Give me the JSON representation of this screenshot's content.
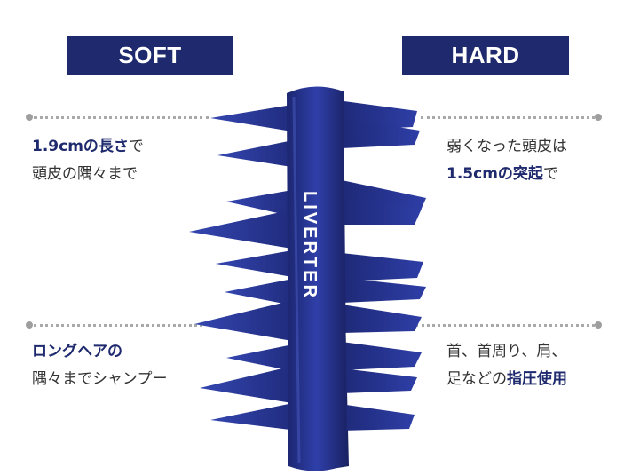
{
  "labels": {
    "soft": "SOFT",
    "hard": "HARD"
  },
  "left_top": {
    "line1_accent": "1.9cmの長さ",
    "line1_rest": "で",
    "line2": "頭皮の隅々まで"
  },
  "right_top": {
    "line1": "弱くなった頭皮は",
    "line2_accent": "1.5cmの突起",
    "line2_rest": "で"
  },
  "left_bottom": {
    "line1_accent": "ロングヘアの",
    "line2": "隅々までシャンプー"
  },
  "right_bottom": {
    "line1": "首、首周り、肩、",
    "line2_prefix": "足などの",
    "line2_accent": "指圧使用"
  },
  "product": {
    "brand_text": "LIVERTER"
  },
  "colors": {
    "navy": "#1f2a6e",
    "product_blue": "#2b3a9a",
    "text": "#333333",
    "dots": "#a9a9a9"
  }
}
